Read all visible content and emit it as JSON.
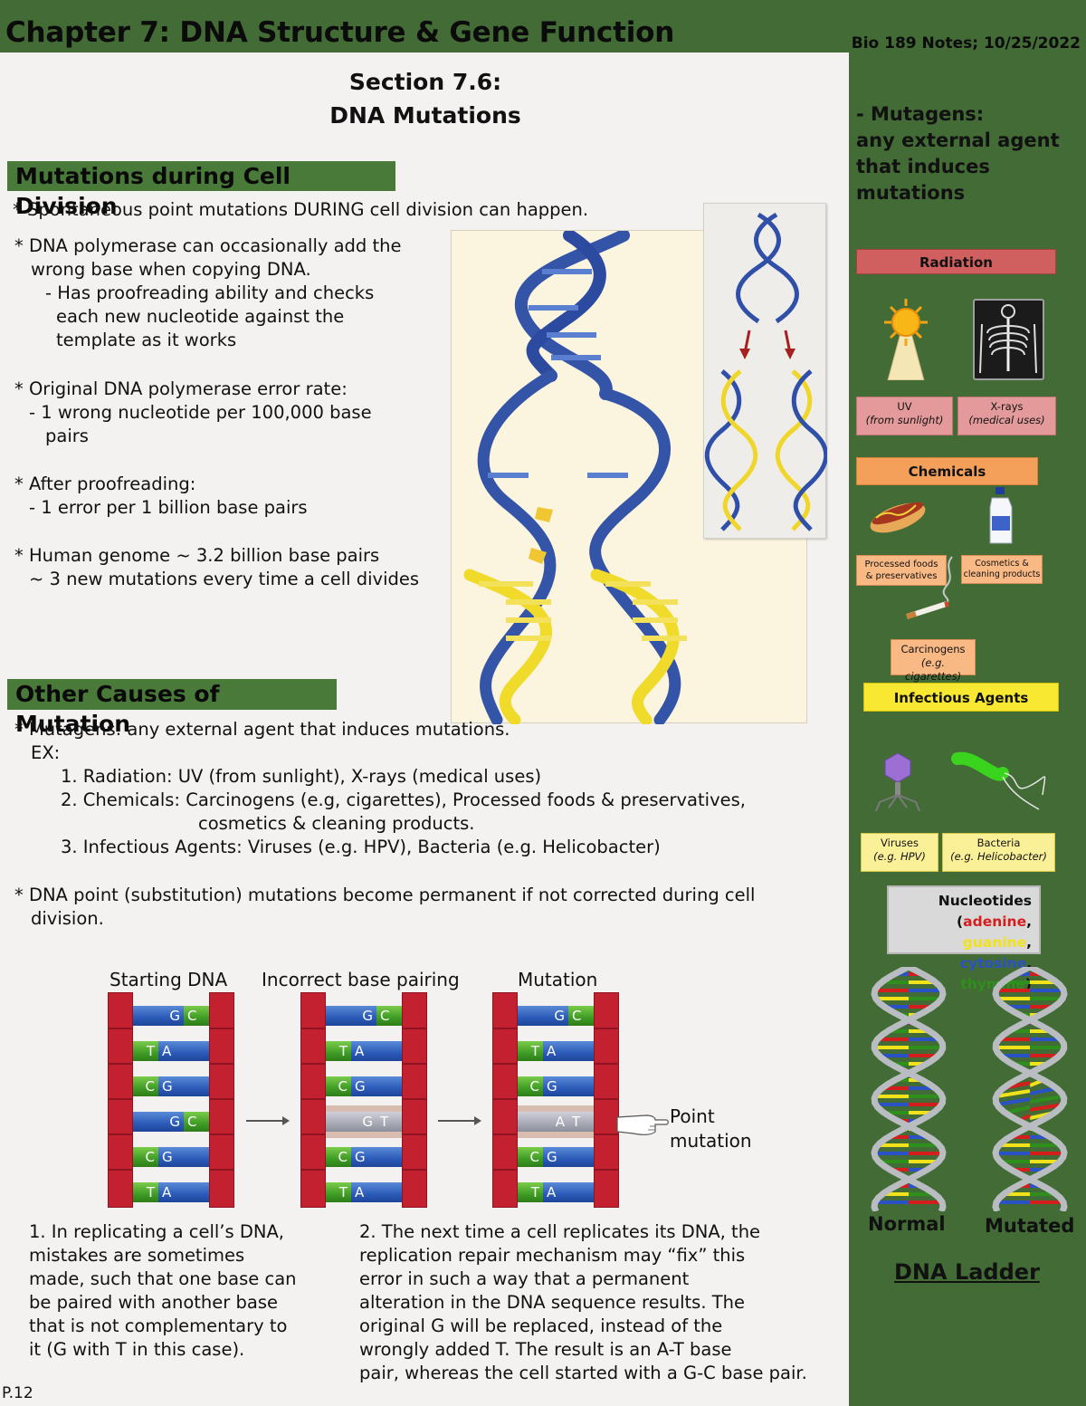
{
  "header": {
    "chapter_title": "Chapter 7: DNA Structure & Gene Function",
    "notes_meta": "Bio 189 Notes; 10/25/2022"
  },
  "section": {
    "line1": "Section 7.6:",
    "line2": "DNA Mutations"
  },
  "cell_division": {
    "heading": "Mutations during Cell Division",
    "lines": [
      "* Spontaneous point mutations DURING cell division can happen.",
      "* DNA polymerase can occasionally add the",
      "wrong base when copying DNA.",
      "- Has proofreading ability and checks",
      "each new nucleotide against the",
      "template as it works",
      "* Original DNA polymerase error rate:",
      "- 1 wrong nucleotide per 100,000 base",
      "pairs",
      "* After proofreading:",
      "- 1 error per 1 billion base pairs",
      "* Human genome ~ 3.2 billion base pairs",
      "~ 3 new mutations every time a cell divides"
    ]
  },
  "other_causes": {
    "heading": "Other Causes of Mutation",
    "lines": [
      "* Mutagens: any external agent that induces mutations.",
      "EX:",
      "1. Radiation: UV (from sunlight), X-rays (medical uses)",
      "2. Chemicals: Carcinogens (e.g, cigarettes), Processed foods & preservatives,",
      "cosmetics & cleaning products.",
      "3. Infectious Agents: Viruses (e.g. HPV), Bacteria (e.g. Helicobacter)",
      "* DNA point (substitution) mutations become permanent if  not corrected during cell",
      "division."
    ]
  },
  "diagram": {
    "labels": [
      "Starting DNA",
      "Incorrect base pairing",
      "Mutation"
    ],
    "point_mutation": [
      "Point",
      "mutation"
    ],
    "panels": [
      [
        [
          "G",
          "C"
        ],
        [
          "T",
          "A"
        ],
        [
          "C",
          "G"
        ],
        [
          "G",
          "C"
        ],
        [
          "C",
          "G"
        ],
        [
          "T",
          "A"
        ]
      ],
      [
        [
          "G",
          "C"
        ],
        [
          "T",
          "A"
        ],
        [
          "C",
          "G"
        ],
        [
          "G",
          "T"
        ],
        [
          "C",
          "G"
        ],
        [
          "T",
          "A"
        ]
      ],
      [
        [
          "G",
          "C"
        ],
        [
          "T",
          "A"
        ],
        [
          "C",
          "G"
        ],
        [
          "A",
          "T"
        ],
        [
          "C",
          "G"
        ],
        [
          "T",
          "A"
        ]
      ]
    ],
    "caption1": [
      "1. In replicating a cell’s DNA,",
      "mistakes are sometimes",
      "made, such that one base can",
      "be paired with another base",
      "that is not complementary to",
      "it (G with T in this case)."
    ],
    "caption2": [
      "2. The next time a cell replicates its DNA, the",
      "replication repair mechanism may “fix” this",
      "error in such a way that a permanent",
      "alteration in the DNA sequence results. The",
      "original G will be replaced, instead of the",
      "wrongly added T. The result is an A-T base",
      "pair, whereas the cell started with a G-C base pair."
    ]
  },
  "page_number": "P.12",
  "sidebar": {
    "mutagens_note": [
      "- Mutagens:",
      "any external agent",
      "that induces",
      "mutations"
    ],
    "radiation": {
      "label": "Radiation",
      "uv": "UV",
      "uv_sub": "(from sunlight)",
      "xray": "X-rays",
      "xray_sub": "(medical uses)"
    },
    "chemicals": {
      "label": "Chemicals",
      "processed": [
        "Processed foods",
        "& preservatives"
      ],
      "cosmetics": [
        "Cosmetics &",
        "cleaning products"
      ],
      "carcinogens": "Carcinogens",
      "carcinogens_sub": "(e.g. cigarettes)"
    },
    "infectious": {
      "label": "Infectious Agents",
      "viruses": "Viruses",
      "viruses_sub": "(e.g. HPV)",
      "bacteria": "Bacteria",
      "bacteria_sub": "(e.g. Helicobacter)"
    },
    "nucleotides": {
      "title": "Nucleotides",
      "adenine": "adenine",
      "guanine": "guanine",
      "cytosine": "cytosine",
      "thymine": "thymine"
    },
    "normal": "Normal",
    "mutated": "Mutated",
    "dna_ladder": "DNA Ladder"
  },
  "colors": {
    "sidebar_green": "#436b35",
    "banner_green": "#4a7a39",
    "radiation_red": "#d06060",
    "chemicals_orange": "#f4a05a",
    "infectious_yellow": "#f8e832",
    "adenine_red": "#d41e1e",
    "guanine_yellow": "#f1e21a",
    "cytosine_blue": "#2a52c6",
    "thymine_green": "#2f8f1c"
  }
}
